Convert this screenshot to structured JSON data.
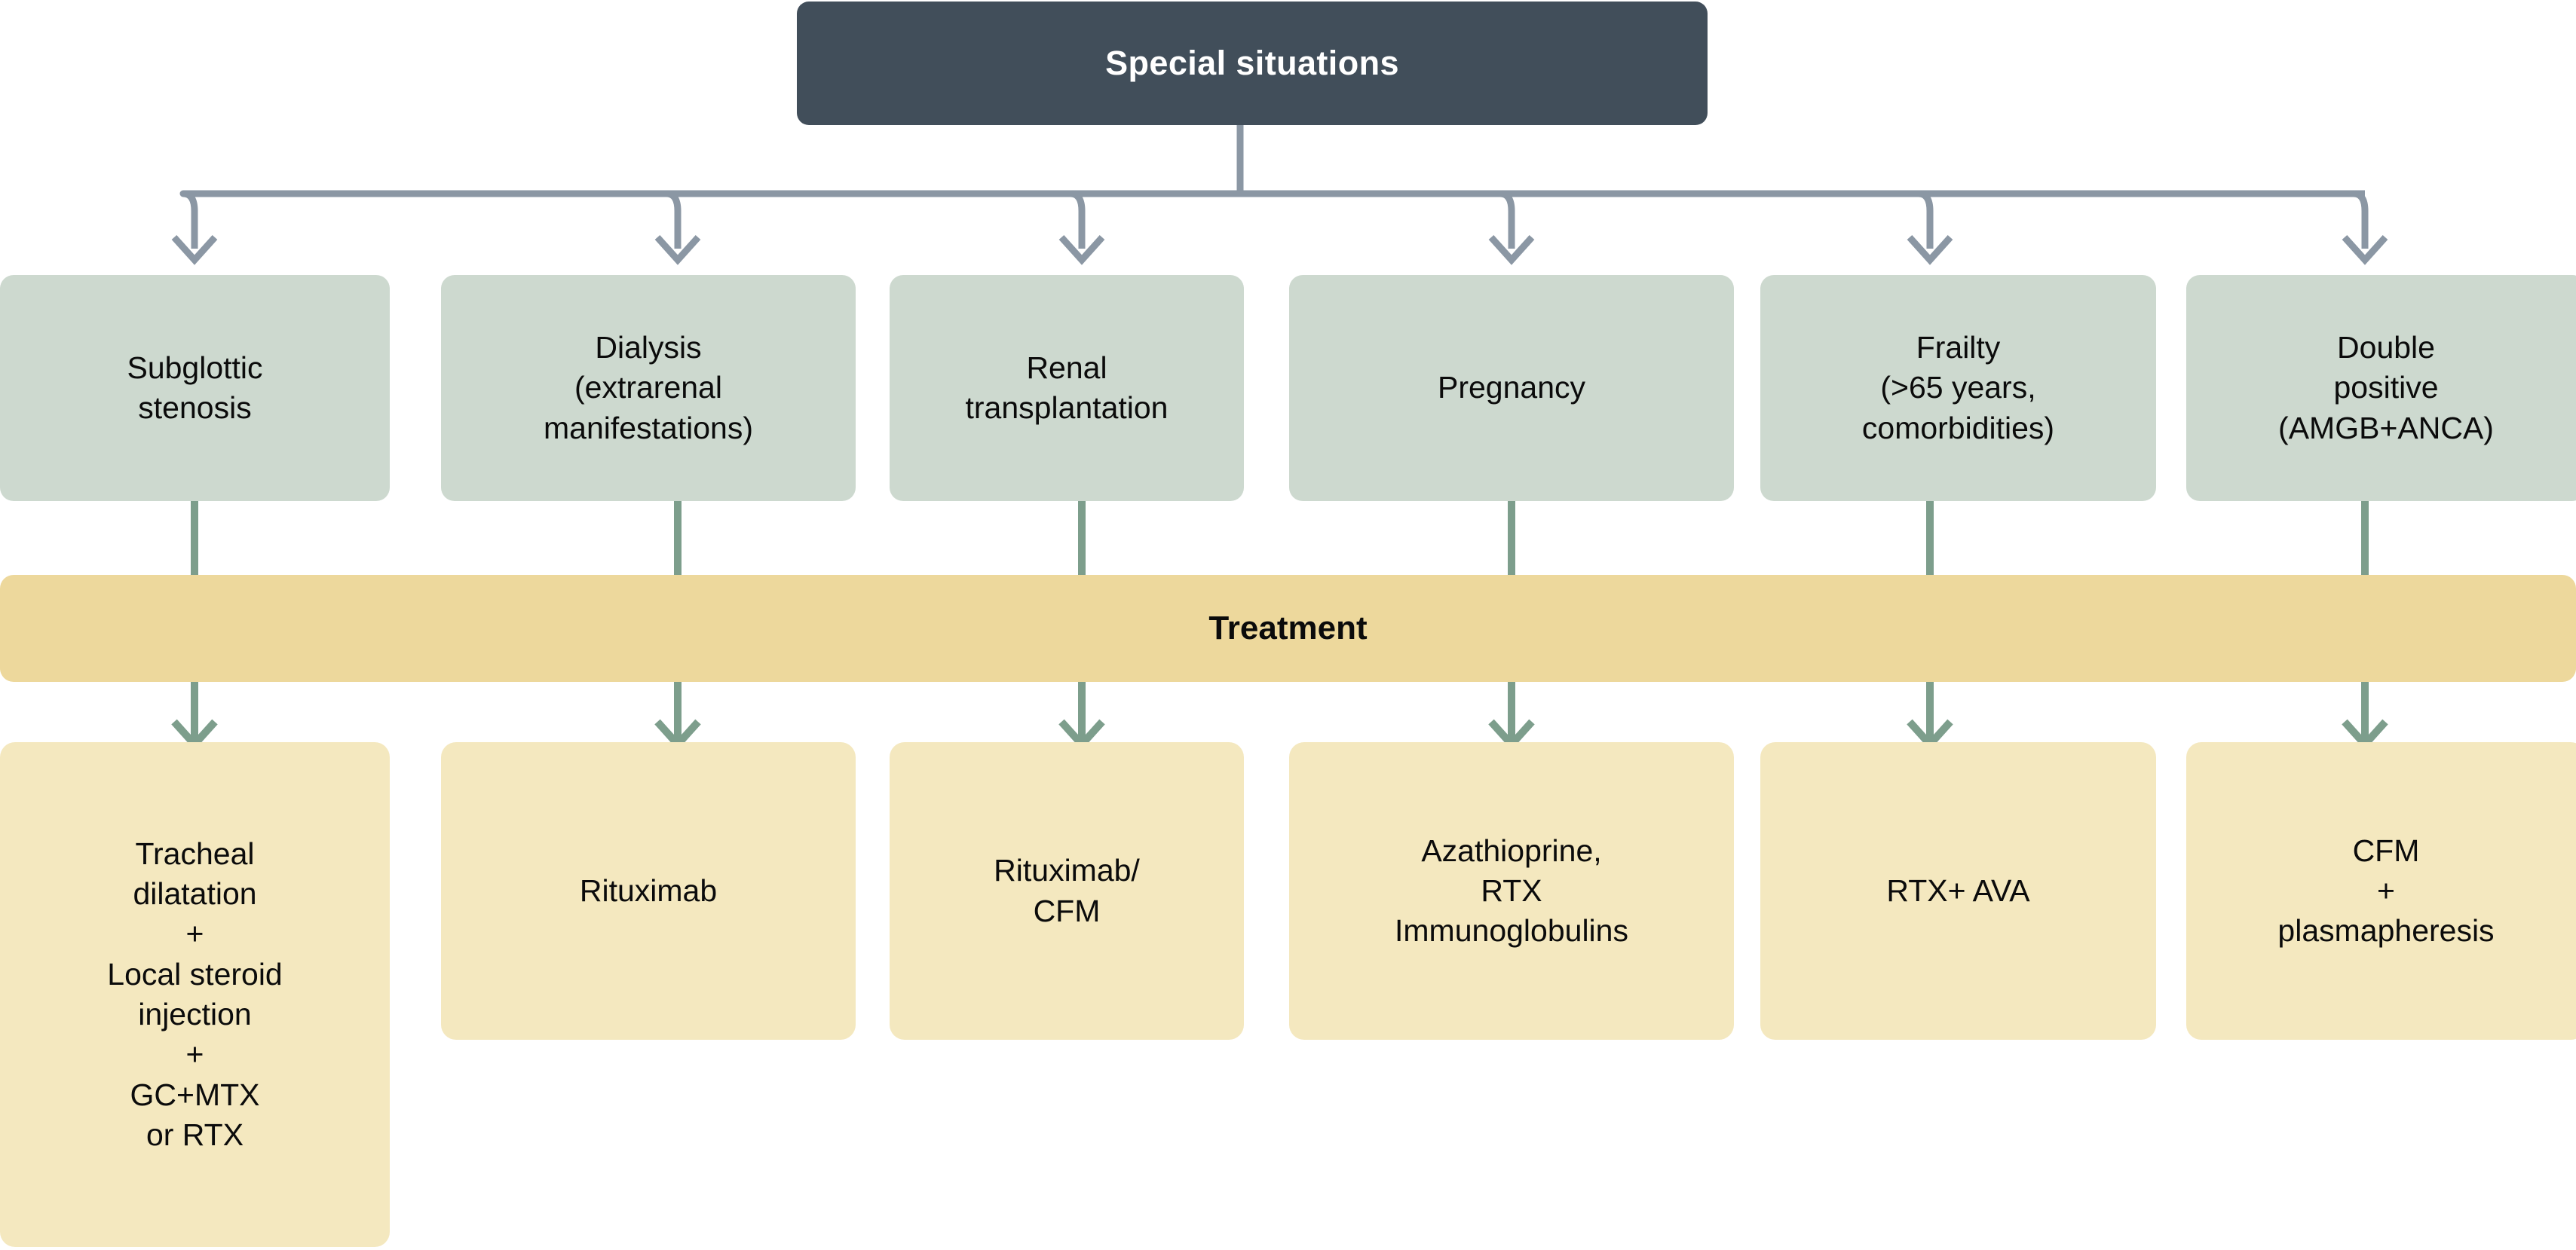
{
  "diagram": {
    "title_node": {
      "label": "Special situations",
      "color": "#414e5a",
      "text_color": "#ffffff"
    },
    "banner": {
      "label": "Treatment",
      "color": "#edd89c",
      "text_color": "#0b0b0b"
    },
    "colors": {
      "condition_box": "#cdd9cf",
      "treatment_box": "#f4e8bf",
      "top_connector": "#8b97a4",
      "lower_connector": "#7d9e8c",
      "background": "#ffffff"
    },
    "branches": [
      {
        "condition": "Subglottic\nstenosis",
        "treatment": "Tracheal\ndilatation\n+\nLocal steroid\ninjection\n+\nGC+MTX\nor RTX"
      },
      {
        "condition": "Dialysis\n(extrarenal\nmanifestations)",
        "treatment": "Rituximab"
      },
      {
        "condition": "Renal\ntransplantation",
        "treatment": "Rituximab/\nCFM"
      },
      {
        "condition": "Pregnancy",
        "treatment": "Azathioprine,\nRTX\nImmunoglobulins"
      },
      {
        "condition": "Frailty\n(>65 years,\ncomorbidities)",
        "treatment": "RTX+ AVA"
      },
      {
        "condition": "Double\npositive\n(AMGB+ANCA)",
        "treatment": "CFM\n+\nplasmapheresis"
      }
    ]
  }
}
